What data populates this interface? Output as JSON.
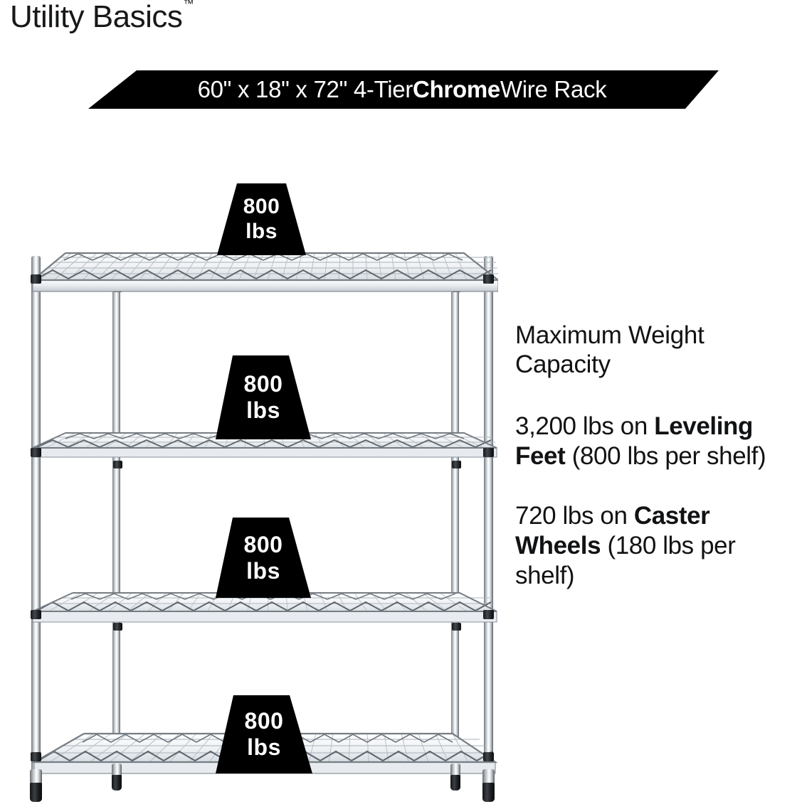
{
  "brand": {
    "name": "Utility Basics",
    "trademark": "™"
  },
  "banner": {
    "text_lead": "60\" x 18\" x 72\" 4-Tier ",
    "text_bold": "Chrome",
    "text_tail": " Wire Rack",
    "full_text": "60\" x 18\" x 72\" 4-Tier Chrome Wire Rack",
    "background_color": "#000000",
    "text_color": "#ffffff"
  },
  "product": {
    "type": "4-tier chrome wire shelving rack",
    "width_in": "60\"",
    "depth_in": "18\"",
    "height_in": "72\"",
    "tiers": 4,
    "finish": "Chrome"
  },
  "badges": [
    {
      "value": "800",
      "unit": "lbs"
    },
    {
      "value": "800",
      "unit": "lbs"
    },
    {
      "value": "800",
      "unit": "lbs"
    },
    {
      "value": "800",
      "unit": "lbs"
    }
  ],
  "info": {
    "heading": "Maximum Weight Capacity",
    "leveling": {
      "lead": "3,200 lbs on ",
      "bold": "Leveling Feet",
      "tail": " (800 lbs per shelf)",
      "full_text": "3,200 lbs on Leveling Feet (800 lbs per shelf)"
    },
    "caster": {
      "lead": "720 lbs on ",
      "bold": "Caster Wheels",
      "tail": " (180 lbs per shelf)",
      "full_text": "720 lbs on Caster Wheels (180 lbs per shelf)"
    }
  },
  "colors": {
    "background": "#ffffff",
    "text": "#111214",
    "accent_black": "#000000",
    "chrome_light": "#f2f4f5",
    "chrome_mid": "#c0c6cb",
    "chrome_dark": "#5c6166",
    "collar_black": "#16181a"
  }
}
